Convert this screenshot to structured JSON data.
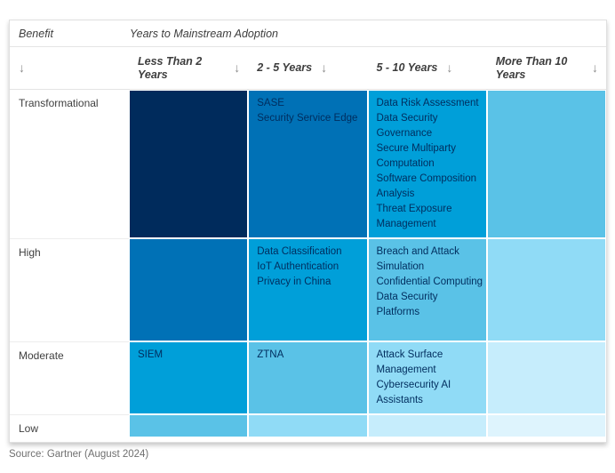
{
  "chart_data": {
    "type": "table",
    "corner_header": "Benefit",
    "group_header": "Years to Mainstream Adoption",
    "sort_arrow": "↓",
    "columns": [
      "Less Than 2 Years",
      "2 - 5 Years",
      "5 - 10 Years",
      "More Than 10 Years"
    ],
    "row_headers": [
      "Transformational",
      "High",
      "Moderate",
      "Low"
    ],
    "cells": [
      [
        [],
        [
          "SASE",
          "Security Service Edge"
        ],
        [
          "Data Risk Assessment",
          "Data Security Governance",
          "Secure Multiparty Computation",
          "Software Composition Analysis",
          "Threat Exposure Management"
        ],
        []
      ],
      [
        [],
        [
          "Data Classification",
          "IoT Authentication",
          "Privacy in China"
        ],
        [
          "Breach and Attack Simulation",
          "Confidential Computing",
          "Data Security Platforms"
        ],
        []
      ],
      [
        [
          "SIEM"
        ],
        [
          "ZTNA"
        ],
        [
          "Attack Surface Management",
          "Cybersecurity AI Assistants"
        ],
        []
      ],
      [
        [],
        [],
        [],
        []
      ]
    ],
    "cell_colors_by_diagonal": [
      "#002b5c",
      "#0071b6",
      "#009fd9",
      "#5ac2e7",
      "#90dbf6",
      "#c6edfc",
      "#def4fd"
    ],
    "cell_text_color": "#002d5e"
  },
  "source": "Source: Gartner (August 2024)"
}
